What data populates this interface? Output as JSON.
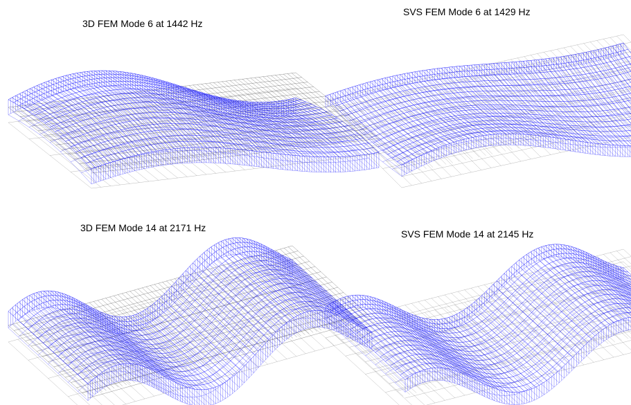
{
  "panels": [
    {
      "title": "3D FEM Mode 6 at 1442 Hz",
      "mode": 6,
      "frequency_hz": 1442,
      "method": "3D FEM"
    },
    {
      "title": "SVS FEM Mode 6 at 1429 Hz",
      "mode": 6,
      "frequency_hz": 1429,
      "method": "SVS FEM"
    },
    {
      "title": "3D FEM Mode 14 at 2171 Hz",
      "mode": 14,
      "frequency_hz": 2171,
      "method": "3D FEM"
    },
    {
      "title": "SVS FEM Mode 14 at 2145 Hz",
      "mode": 14,
      "frequency_hz": 2145,
      "method": "SVS FEM"
    }
  ],
  "colors": {
    "deformed_mesh": "#0000ff",
    "undeformed_mesh": "#000000"
  }
}
